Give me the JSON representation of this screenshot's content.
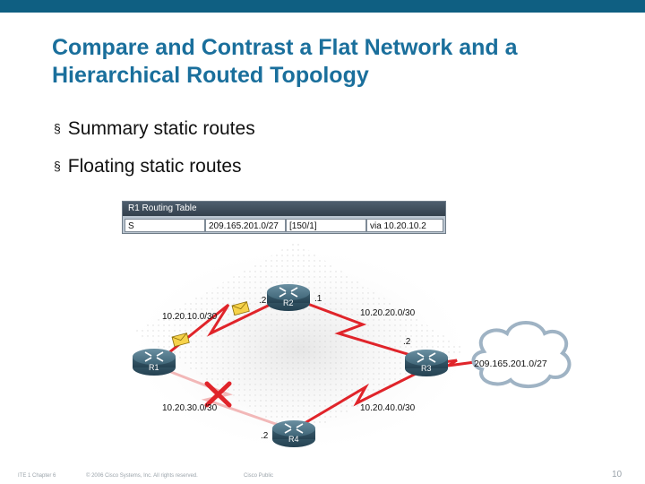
{
  "slide": {
    "title_line1": "Compare and Contrast a Flat Network and a",
    "title_line2": "Hierarchical Routed Topology",
    "bullets": [
      "Summary static routes",
      "Floating static routes"
    ],
    "bullet_symbol": "§"
  },
  "routing_table": {
    "title": "R1 Routing Table",
    "row": [
      "S",
      "209.165.201.0/27",
      "[150/1]",
      "via 10.20.10.2"
    ]
  },
  "diagram": {
    "routers": [
      "R1",
      "R2",
      "R3",
      "R4"
    ],
    "cloud_label": "209.165.201.0/27",
    "links": [
      "10.20.10.0/30",
      "10.20.20.0/30",
      "10.20.30.0/30",
      "10.20.40.0/30"
    ],
    "interface_labels": {
      "r2_left": ".2",
      "r2_right": ".1",
      "r3_top": ".2",
      "r4_left": ".2"
    }
  },
  "footer": {
    "left": "ITE 1 Chapter 6",
    "center": "© 2006 Cisco Systems, Inc. All rights reserved.",
    "right": "Cisco Public",
    "page": "10"
  },
  "colors": {
    "title": "#1a6f9c",
    "topbar": "#0f5f82",
    "link_active": "#e0242a",
    "link_failed": "#f2b8b8"
  }
}
